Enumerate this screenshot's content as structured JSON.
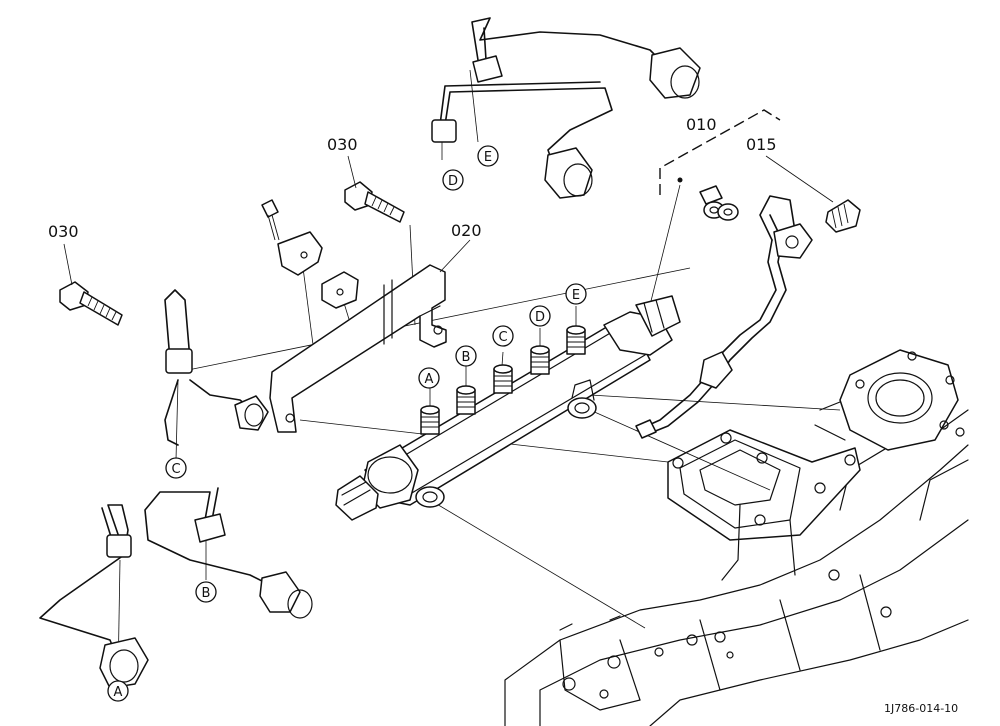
{
  "part_numbers": {
    "p010": "010",
    "p015": "015",
    "p020": "020",
    "p030_left": "030",
    "p030_top": "030"
  },
  "connection_labels": {
    "rail_a": "A",
    "rail_b": "B",
    "rail_c": "C",
    "rail_d": "D",
    "rail_e": "E",
    "pipe_a": "A",
    "pipe_b": "B",
    "pipe_c": "C",
    "pipe_d": "D",
    "pipe_e": "E"
  },
  "figure_id": "1J786-014-10"
}
